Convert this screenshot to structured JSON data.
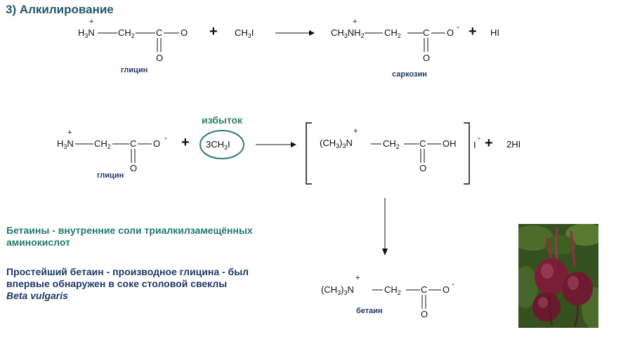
{
  "title": "3) Алкилирование",
  "reaction1": {
    "reactant_n": "H",
    "reactant_n_sub": "3",
    "reactant_n_tail": "N",
    "charge": "+",
    "ch2": "CH",
    "ch2_sub": "2",
    "carbon": "C",
    "oxygen_single": "O",
    "oxygen_double": "O",
    "plus": "+",
    "reagent": "CH",
    "reagent_sub": "3",
    "reagent_tail": "I",
    "product_head": "CH",
    "product_sub1": "3",
    "product_mid": "NH",
    "product_sub2": "2",
    "product_ch2": "CH",
    "product_ch2_sub": "2",
    "product_c": "C",
    "product_o": "O",
    "product_o_charge": "-",
    "product_o_double": "O",
    "plus2": "+",
    "byproduct": "HI",
    "label_reactant": "глицин",
    "label_product": "саркозин"
  },
  "reaction2": {
    "excess_label": "избыток",
    "reactant_head": "H",
    "reactant_sub": "3",
    "reactant_tail": "N",
    "charge": "+",
    "ch2": "CH",
    "ch2_sub": "2",
    "c": "C",
    "o": "O",
    "o_charge": "-",
    "o_double": "O",
    "plus": "+",
    "reagent_head": "3CH",
    "reagent_sub": "3",
    "reagent_tail": "I",
    "bracket_n_head": "(CH",
    "bracket_n_sub": "3",
    "bracket_n_mid": ")",
    "bracket_n_sub2": "3",
    "bracket_n_tail": "N",
    "bracket_charge": "+",
    "bracket_ch2": "CH",
    "bracket_ch2_sub": "2",
    "bracket_c": "C",
    "bracket_oh": "OH",
    "bracket_o_double": "O",
    "counter_ion": "I",
    "counter_charge": "-",
    "plus2": "+",
    "byproduct": "2HI",
    "label_reactant": "глицин"
  },
  "betaine": {
    "n_head": "(CH",
    "n_sub": "3",
    "n_mid": ")",
    "n_sub2": "3",
    "n_tail": "N",
    "charge": "+",
    "ch2": "CH",
    "ch2_sub": "2",
    "c": "C",
    "o": "O",
    "o_charge": "-",
    "o_double": "O",
    "label": "бетаин"
  },
  "definition": {
    "line1": "Бетаины - внутренние соли триалкилзамещённых",
    "line2": "аминокислот"
  },
  "history": {
    "line1": "Простейший бетаин - производное глицина - был",
    "line2": "впервые обнаружен в соке столовой свеклы",
    "line3": "Beta vulgaris"
  },
  "colors": {
    "title": "#215868",
    "label": "#1f3864",
    "excess": "#2e7d6e",
    "ellipse": "#2e7d6e",
    "definition": "#1f7a6e",
    "history": "#1f3864"
  },
  "photo": {
    "icon": "beetroot-photo"
  }
}
